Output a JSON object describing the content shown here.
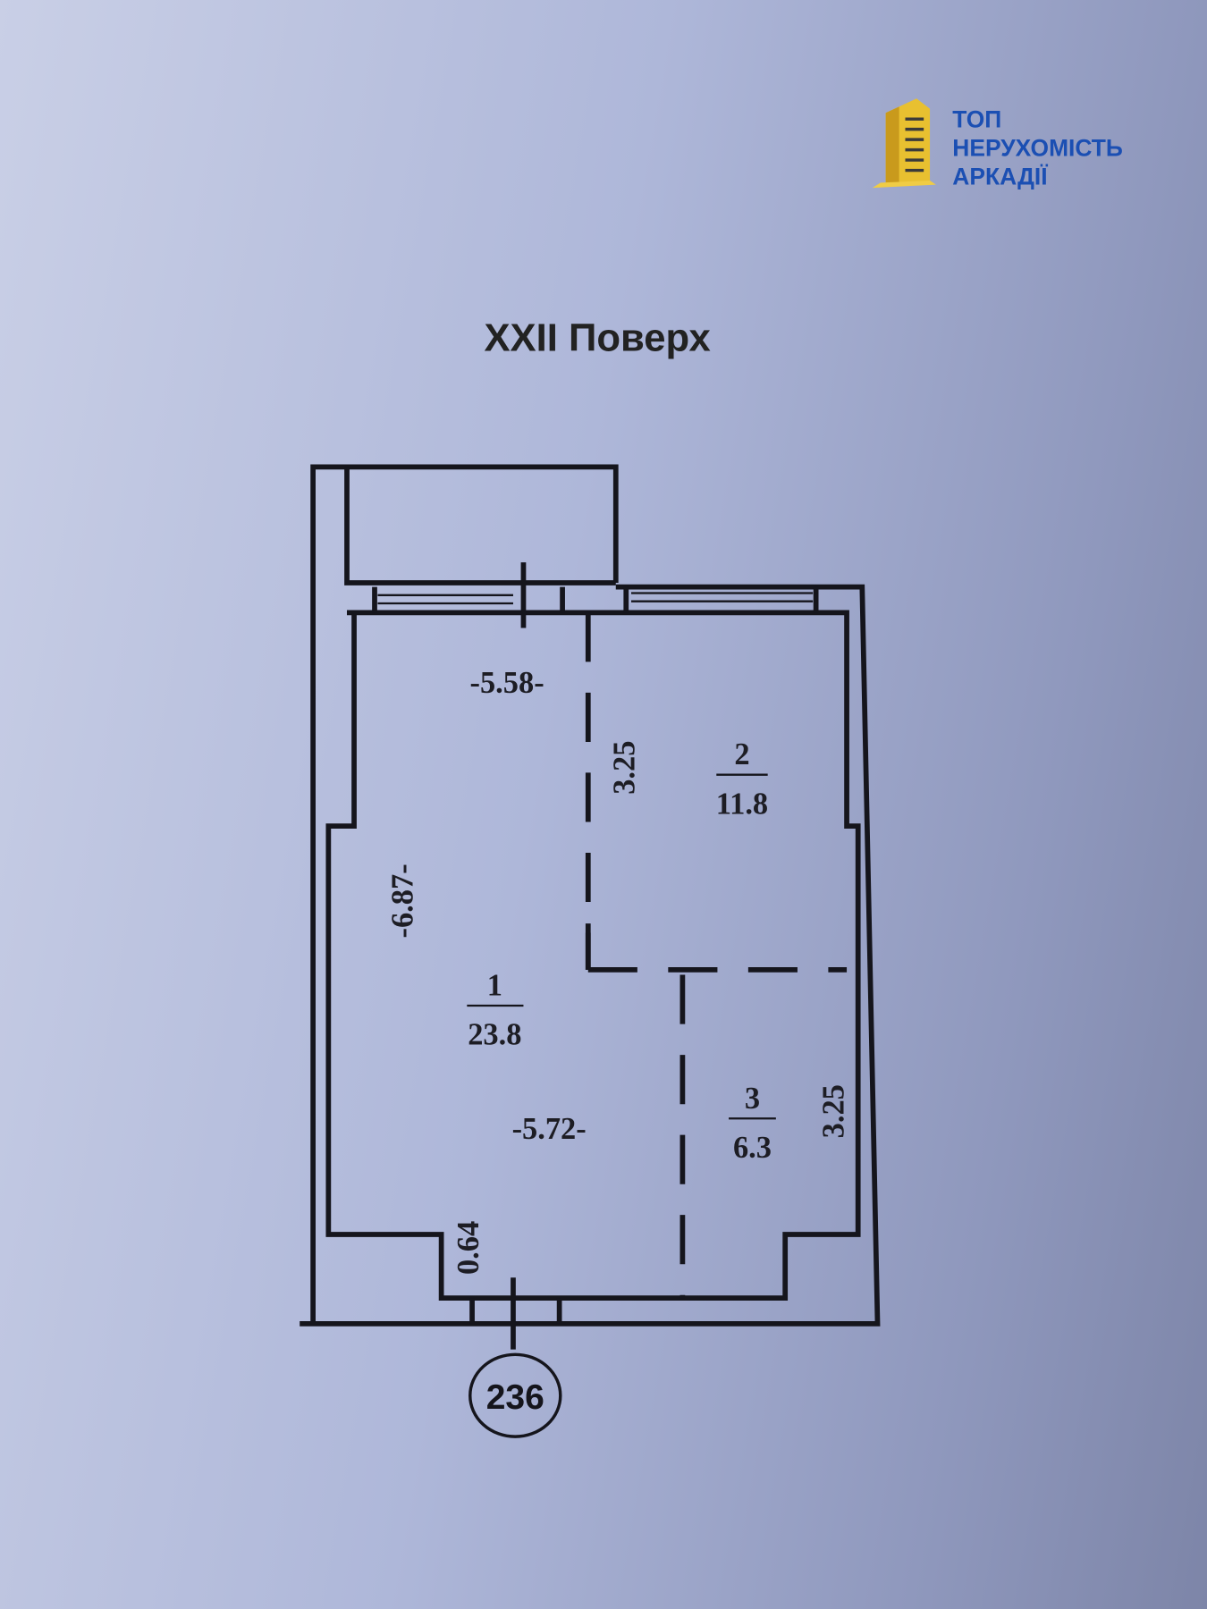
{
  "logo": {
    "line1": "ТОП",
    "line2": "НЕРУХОМІСТЬ",
    "line3": "АРКАДІЇ",
    "icon": "building-icon",
    "color_text": "#1b4fb3",
    "color_icon": "#e8c030"
  },
  "title": "XXII Поверх",
  "rooms": [
    {
      "number": "1",
      "area": "23.8"
    },
    {
      "number": "2",
      "area": "11.8"
    },
    {
      "number": "3",
      "area": "6.3"
    }
  ],
  "dimensions": {
    "top_width": "-5.58-",
    "bottom_width": "-5.72-",
    "left_height": "-6.87-",
    "room2_height": "3.25",
    "room3_height": "3.25",
    "bottom_wall": "0.64"
  },
  "apartment_number": "236"
}
